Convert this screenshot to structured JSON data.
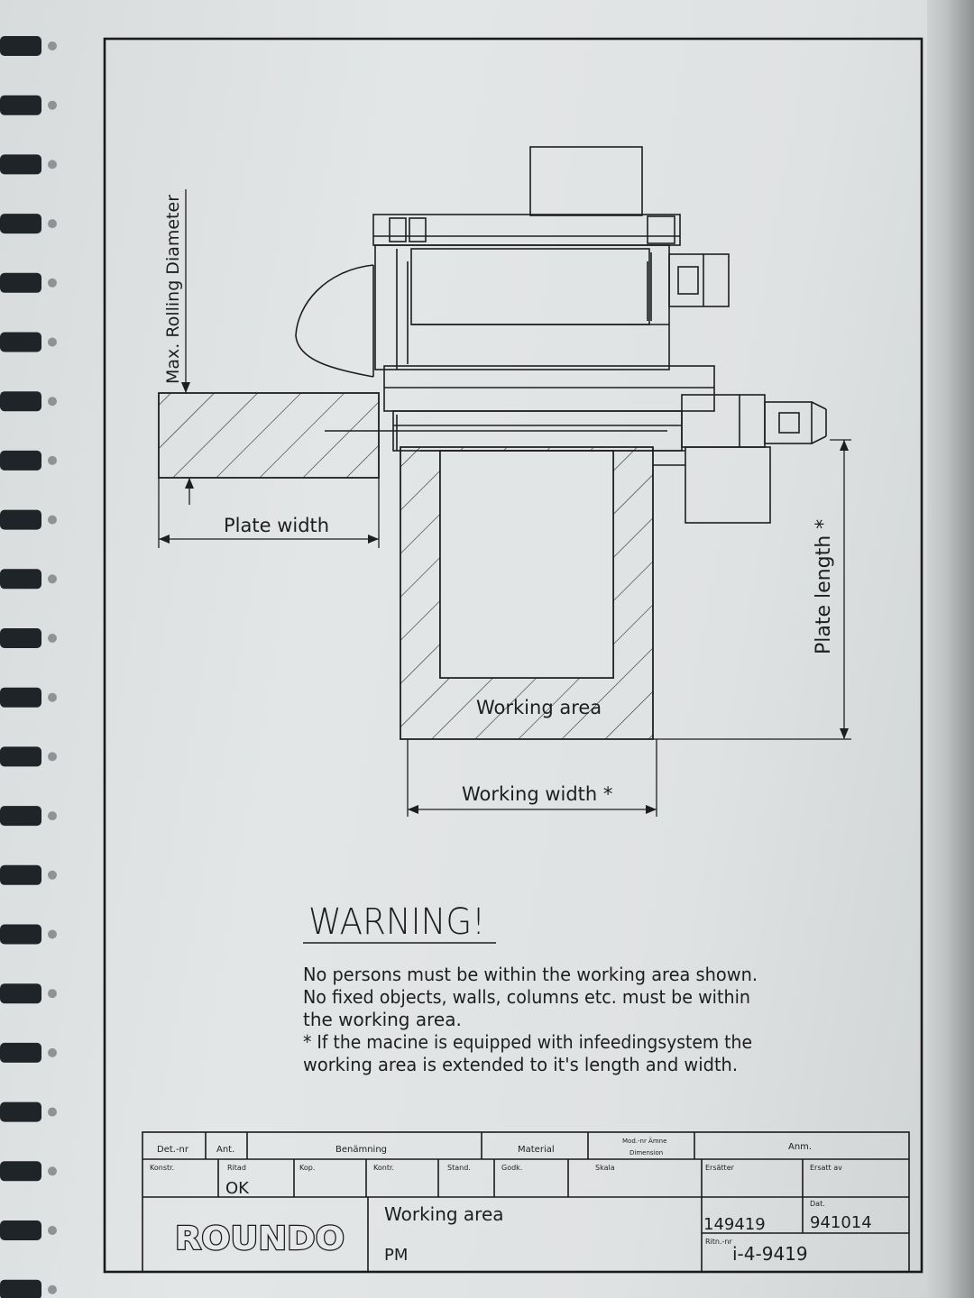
{
  "drawing": {
    "label_max_rolling_diameter": "Max. Rolling Diameter",
    "label_plate_width": "Plate width",
    "label_plate_length": "Plate length *",
    "label_working_area": "Working area",
    "label_working_width": "Working width *"
  },
  "warning": {
    "heading": "WARNING!",
    "lines": [
      "No persons must be within the working area shown.",
      "No fixed objects, walls, columns etc. must be within",
      "the working area.",
      "* If the macine is equipped with infeedingsystem the",
      "working area is extended to it's length and width."
    ]
  },
  "title_block": {
    "row1": [
      "Det.-nr",
      "Ant.",
      "Benämning",
      "Material",
      "Mod.-nr Ämne",
      "Dimension",
      "Anm."
    ],
    "row2": [
      "Konstr.",
      "Ritad",
      "Kop.",
      "Kontr.",
      "Stand.",
      "Godk.",
      "Skala",
      "Ersätter",
      "Ersatt av"
    ],
    "ritad_value": "OK",
    "logo": "ROUNDO",
    "title": "Working area",
    "subtitle": "PM",
    "drawing_number": "149419",
    "dat_label": "Dat.",
    "date": "941014",
    "ritn_label": "Ritn.-nr",
    "ritn_number": "i-4-9419"
  }
}
